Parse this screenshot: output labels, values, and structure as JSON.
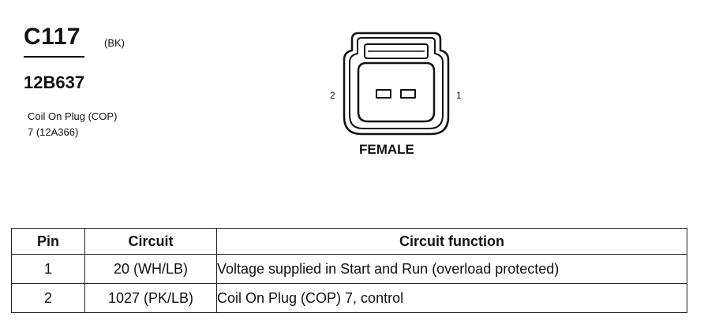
{
  "connector": {
    "id": "C117",
    "color_code": "(BK)",
    "part_number": "12B637",
    "description_line1": "Coil On Plug (COP)",
    "description_line2": "7 (12A366)"
  },
  "diagram": {
    "pin_left_label": "2",
    "pin_right_label": "1",
    "gender": "FEMALE"
  },
  "table": {
    "headers": {
      "pin": "Pin",
      "circuit": "Circuit",
      "function": "Circuit function"
    },
    "rows": [
      {
        "pin": "1",
        "circuit": "20 (WH/LB)",
        "function": "Voltage supplied in Start and Run (overload protected)"
      },
      {
        "pin": "2",
        "circuit": "1027 (PK/LB)",
        "function": "Coil On Plug (COP) 7, control"
      }
    ]
  }
}
